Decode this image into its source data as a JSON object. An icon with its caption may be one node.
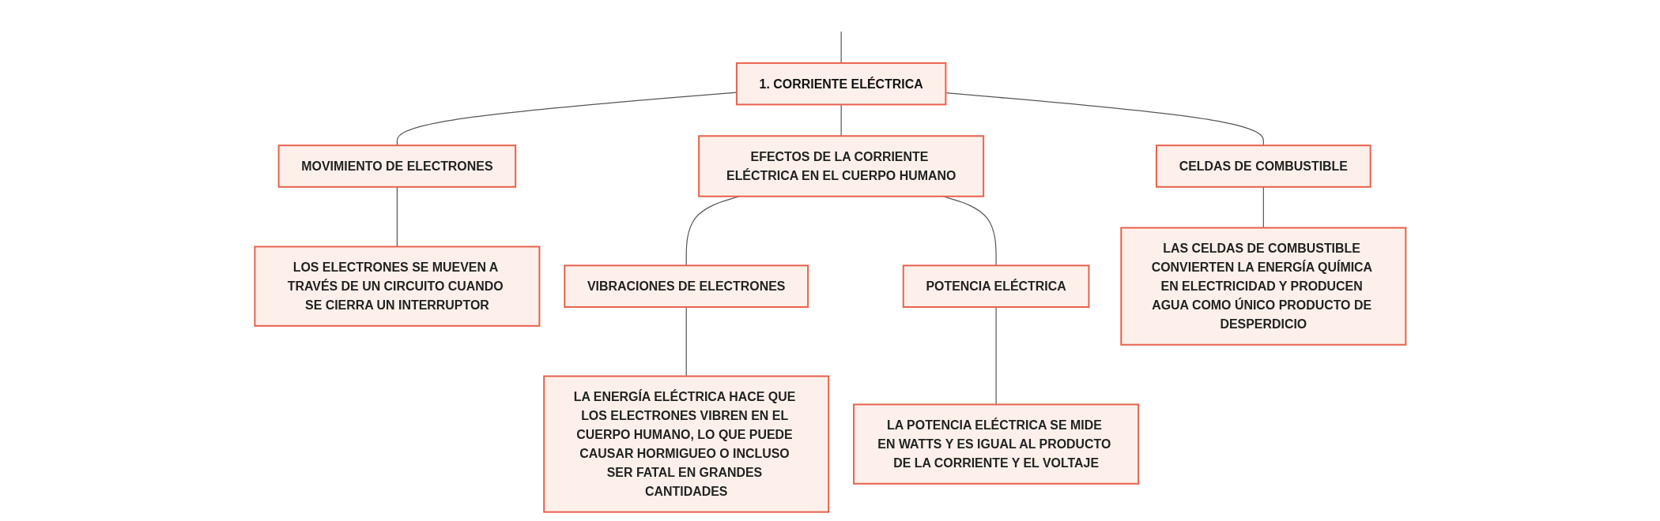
{
  "diagram": {
    "nodes": [
      {
        "text": [
          "1. CORRIENTE ELÉCTRICA"
        ]
      },
      {
        "text": [
          "MOVIMIENTO DE ELECTRONES"
        ]
      },
      {
        "text": [
          "EFECTOS DE LA CORRIENTE ELÉCTRICA EN EL CUERPO HUMANO"
        ]
      },
      {
        "text": [
          "CELDAS DE COMBUSTIBLE"
        ]
      },
      {
        "text": [
          "LOS ELECTRONES SE MUEVEN A TRAVÉS DE UN CIRCUITO CUANDO SE CIERRA UN INTERRUPTOR"
        ]
      },
      {
        "text": [
          "VIBRACIONES DE ELECTRONES"
        ]
      },
      {
        "text": [
          "POTENCIA ELÉCTRICA"
        ]
      },
      {
        "text": [
          "LAS CELDAS DE COMBUSTIBLE CONVIERTEN LA ENERGÍA QUÍMICA EN ELECTRICIDAD Y PRODUCEN AGUA COMO ÚNICO PRODUCTO DE DESPERDICIO"
        ]
      },
      {
        "text": [
          "LA ENERGÍA ELÉCTRICA HACE QUE LOS ELECTRONES VIBREN EN EL CUERPO HUMANO, LO QUE PUEDE CAUSAR HORMIGUEO O INCLUSO SER FATAL EN GRANDES CANTIDADES"
        ]
      },
      {
        "text": [
          "LA POTENCIA ELÉCTRICA SE MIDE EN WATTS Y ES IGUAL AL PRODUCTO DE LA CORRIENTE Y EL VOLTAJE"
        ]
      }
    ],
    "edges": [
      {
        "from": null,
        "to": 0,
        "arrow": "none"
      },
      {
        "from": 0,
        "to": 1,
        "arrow": "none"
      },
      {
        "from": 0,
        "to": 2,
        "arrow": "none"
      },
      {
        "from": 0,
        "to": 3,
        "arrow": "none"
      },
      {
        "from": 1,
        "to": 4,
        "arrow": "none"
      },
      {
        "from": 2,
        "to": 5,
        "arrow": "none"
      },
      {
        "from": 2,
        "to": 6,
        "arrow": "none"
      },
      {
        "from": 3,
        "to": 7,
        "arrow": "none"
      },
      {
        "from": 5,
        "to": 8,
        "arrow": "none"
      },
      {
        "from": 6,
        "to": 9,
        "arrow": "none"
      }
    ]
  }
}
